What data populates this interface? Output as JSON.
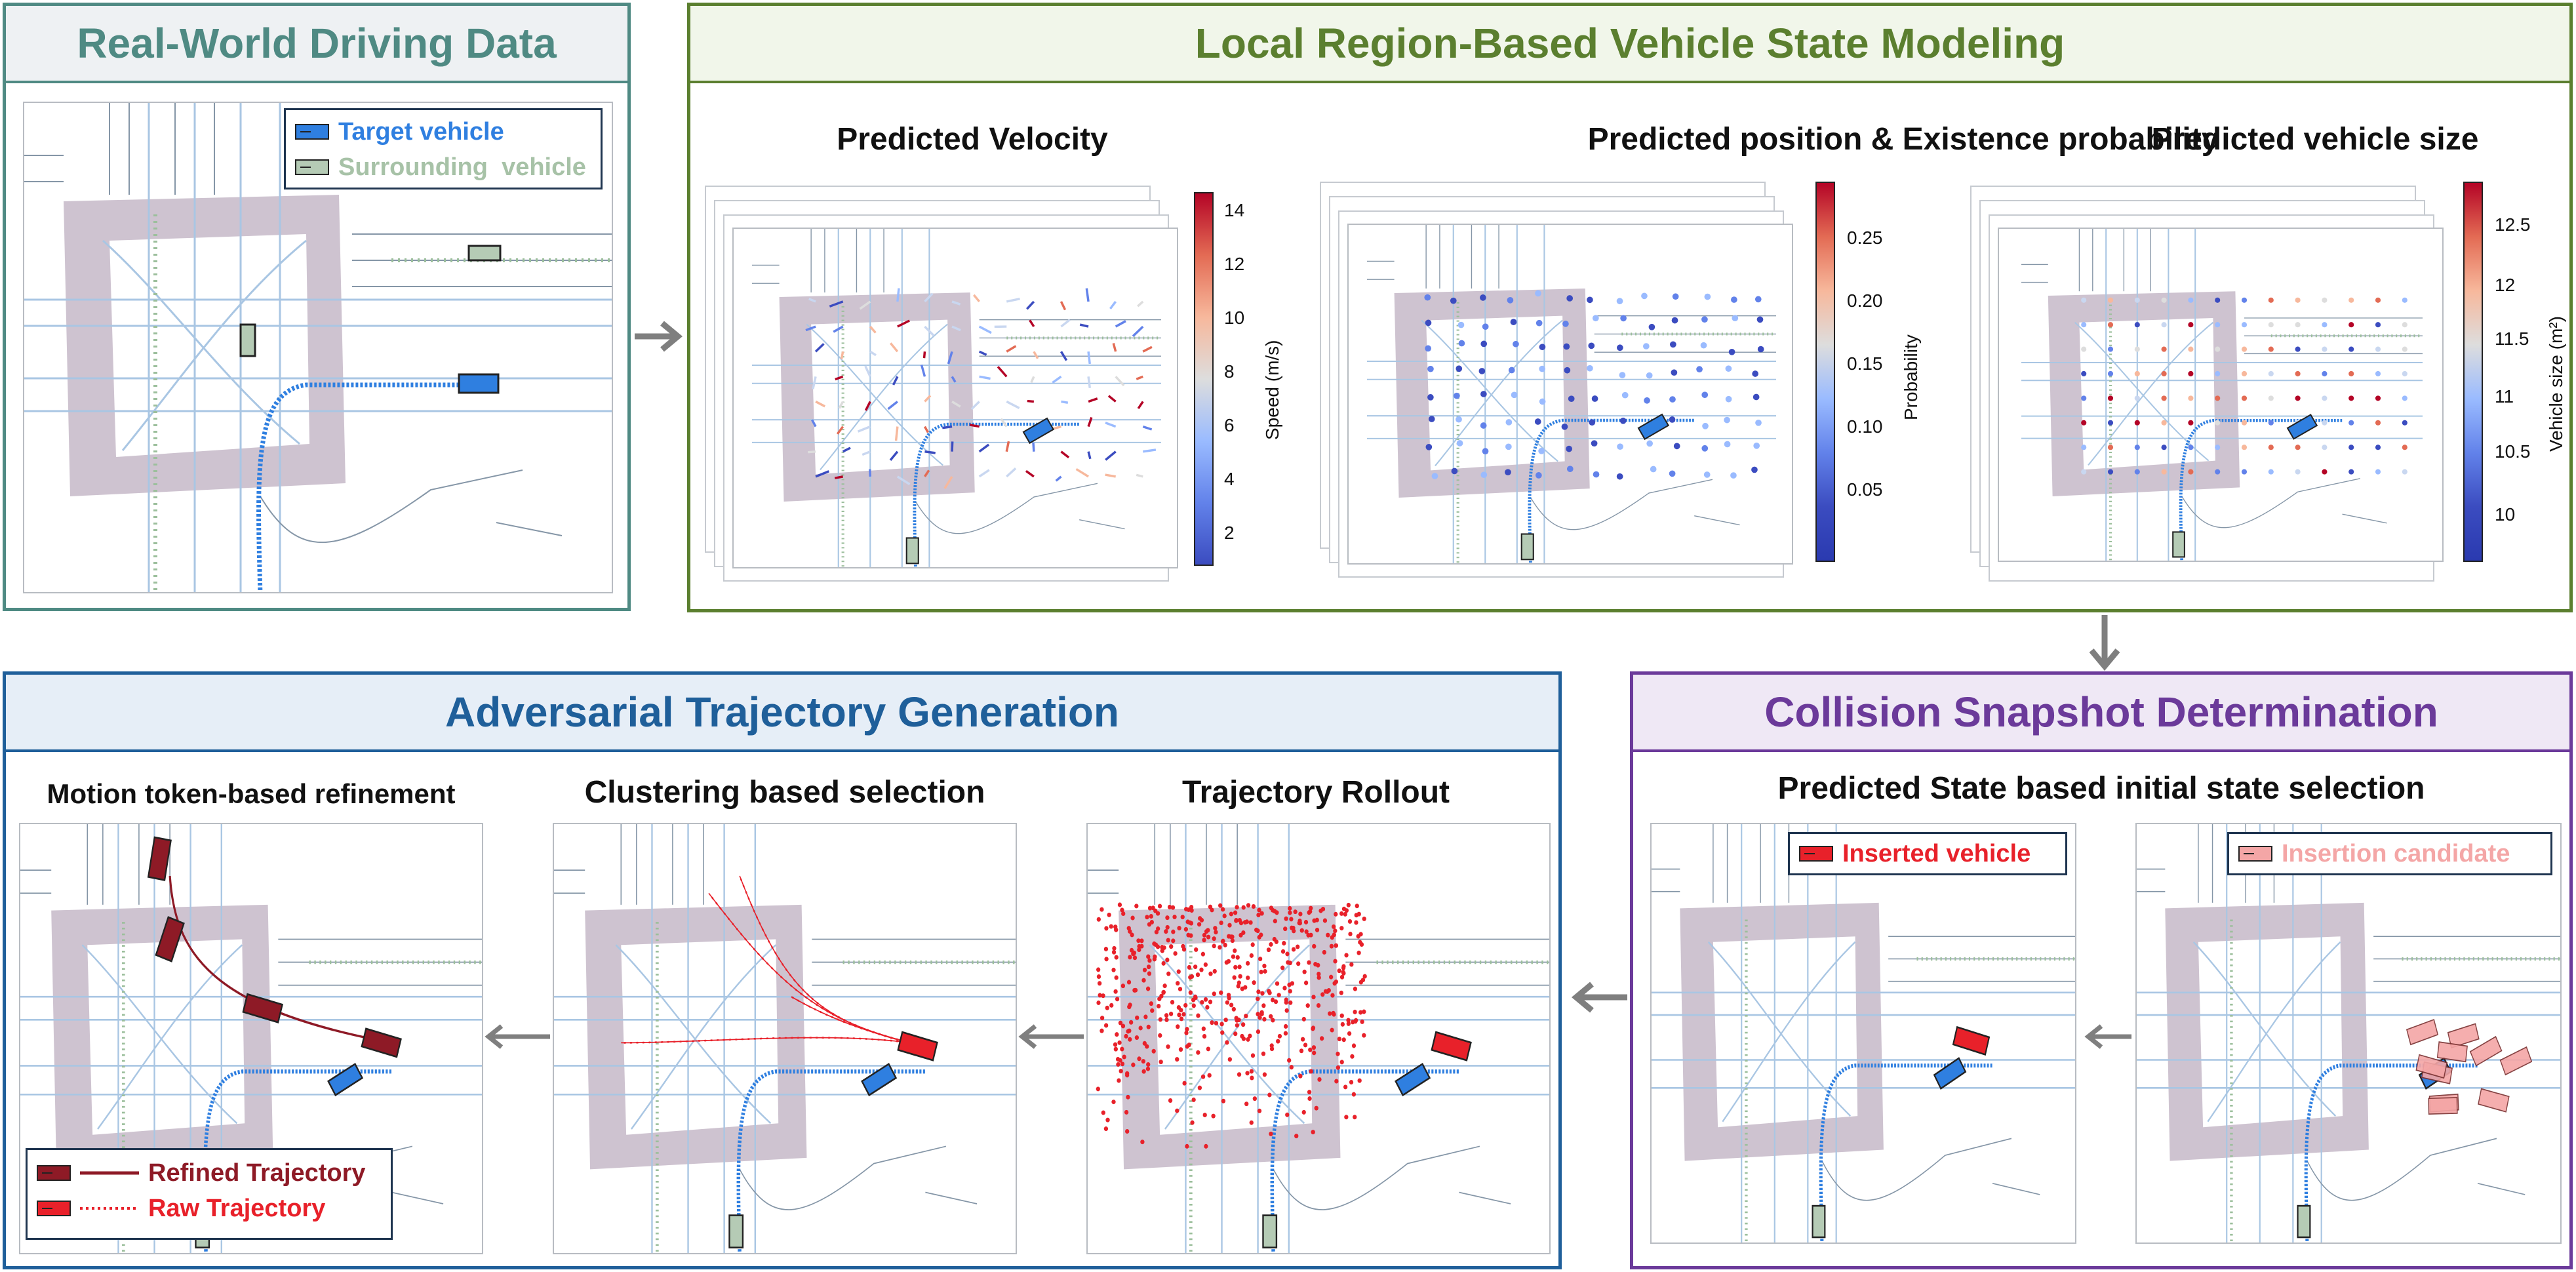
{
  "panels": {
    "real_world": {
      "title": "Real-World Driving Data",
      "title_color": "#4f8a83",
      "border_color": "#4f8a83",
      "header_bg": "#eef1f3"
    },
    "local_region": {
      "title": "Local Region-Based Vehicle State Modeling",
      "title_color": "#5b7f2f",
      "border_color": "#5b7f2f",
      "header_bg": "#f1f6ea"
    },
    "collision": {
      "title": "Collision Snapshot Determination",
      "title_color": "#6b3a9a",
      "border_color": "#6b3a9a",
      "header_bg": "#efe8f5"
    },
    "adversarial": {
      "title": "Adversarial Trajectory Generation",
      "title_color": "#1f5f9a",
      "border_color": "#1f5f9a",
      "header_bg": "#e6eef7"
    }
  },
  "legend_real": {
    "target": "Target vehicle",
    "surrounding": "Surrounding  vehicle"
  },
  "subtitles": {
    "velocity": "Predicted Velocity",
    "position": "Predicted position & Existence probability",
    "size": "Predicted vehicle size",
    "initial_state": "Predicted State based initial state selection",
    "refinement": "Motion token-based refinement",
    "clustering": "Clustering based selection",
    "rollout": "Trajectory Rollout"
  },
  "colorbars": {
    "speed": {
      "label": "Speed (m/s)",
      "ticks": [
        "14",
        "12",
        "10",
        "8",
        "6",
        "4",
        "2"
      ]
    },
    "probability": {
      "label": "Probability",
      "ticks": [
        "0.25",
        "0.20",
        "0.15",
        "0.10",
        "0.05"
      ]
    },
    "size": {
      "label": "Vehicle size (m²)",
      "ticks": [
        "12.5",
        "12",
        "11.5",
        "11",
        "10.5",
        "10"
      ]
    }
  },
  "legend_inserted": {
    "label": "Inserted vehicle"
  },
  "legend_candidate": {
    "label": "Insertion candidate"
  },
  "legend_traj": {
    "refined": "Refined Trajectory",
    "raw": "Raw Trajectory"
  },
  "colors": {
    "target": "#2f7fe0",
    "surrounding": "#b5cbb5",
    "inserted": "#e8212a",
    "candidate": "#f4a6a6",
    "refined": "#8e1a26",
    "raw": "#e8212a",
    "road": "#a9c6e3",
    "region": "#c9bccb",
    "arrow": "#7f7f7f"
  }
}
